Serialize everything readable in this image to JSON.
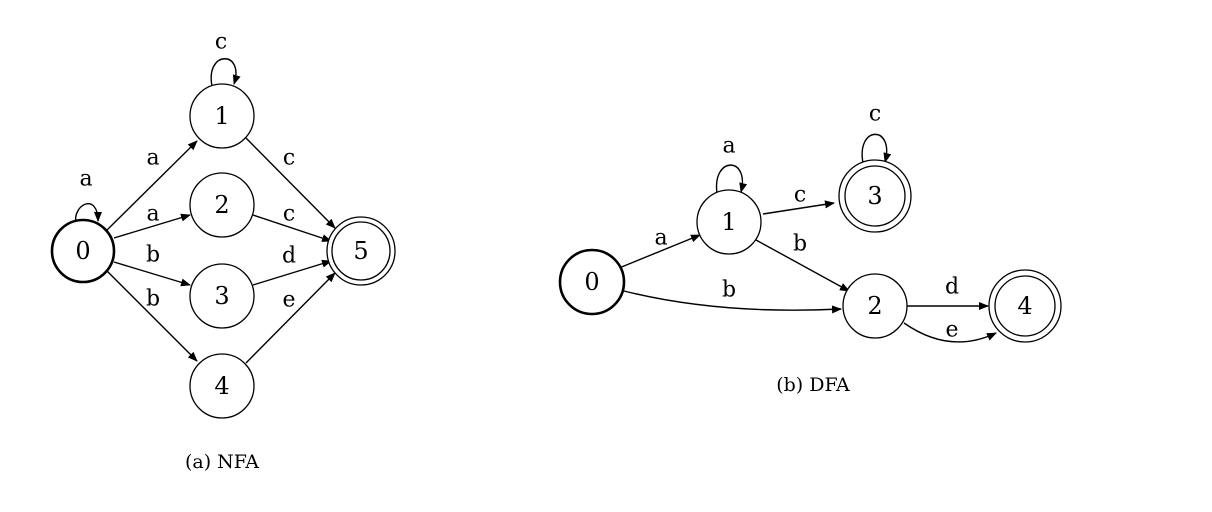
{
  "nfa": {
    "caption": "(a) NFA",
    "start_state": "0",
    "accept_states": [
      "5"
    ],
    "states": [
      "0",
      "1",
      "2",
      "3",
      "4",
      "5"
    ],
    "transitions": [
      {
        "from": "0",
        "to": "0",
        "label": "a"
      },
      {
        "from": "0",
        "to": "1",
        "label": "a"
      },
      {
        "from": "0",
        "to": "2",
        "label": "a"
      },
      {
        "from": "0",
        "to": "3",
        "label": "b"
      },
      {
        "from": "0",
        "to": "4",
        "label": "b"
      },
      {
        "from": "1",
        "to": "1",
        "label": "c"
      },
      {
        "from": "1",
        "to": "5",
        "label": "c"
      },
      {
        "from": "2",
        "to": "5",
        "label": "c"
      },
      {
        "from": "3",
        "to": "5",
        "label": "d"
      },
      {
        "from": "4",
        "to": "5",
        "label": "e"
      }
    ]
  },
  "dfa": {
    "caption": "(b) DFA",
    "start_state": "0",
    "accept_states": [
      "3",
      "4"
    ],
    "states": [
      "0",
      "1",
      "2",
      "3",
      "4"
    ],
    "transitions": [
      {
        "from": "0",
        "to": "1",
        "label": "a"
      },
      {
        "from": "0",
        "to": "2",
        "label": "b"
      },
      {
        "from": "1",
        "to": "1",
        "label": "a"
      },
      {
        "from": "1",
        "to": "3",
        "label": "c"
      },
      {
        "from": "1",
        "to": "2",
        "label": "b"
      },
      {
        "from": "3",
        "to": "3",
        "label": "c"
      },
      {
        "from": "2",
        "to": "4",
        "label": "d"
      },
      {
        "from": "2",
        "to": "4",
        "label": "e"
      }
    ]
  }
}
